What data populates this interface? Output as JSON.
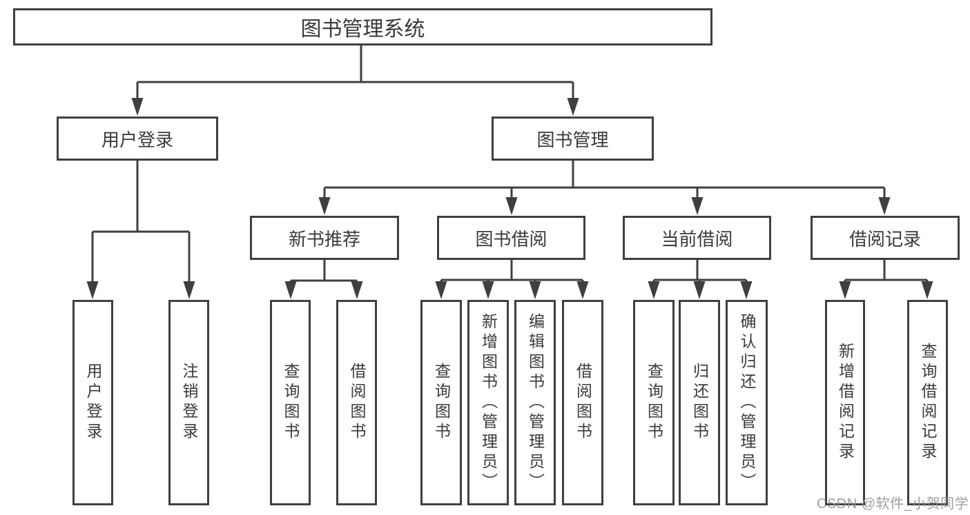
{
  "diagram": {
    "title": "图书管理系统",
    "level2": {
      "user_login": "用户登录",
      "book_mgmt": "图书管理"
    },
    "level3": {
      "new_books": "新书推荐",
      "book_borrow": "图书借阅",
      "current_borrow": "当前借阅",
      "borrow_records": "借阅记录"
    },
    "leaves": {
      "user_login": [
        "用户登录",
        "注销登录"
      ],
      "new_books": [
        "查询图书",
        "借阅图书"
      ],
      "book_borrow": [
        "查询图书",
        "新增图书（管理员）",
        "编辑图书（管理员）",
        "借阅图书"
      ],
      "current_borrow": [
        "查询图书",
        "归还图书",
        "确认归还（管理员）"
      ],
      "borrow_records": [
        "新增借阅记录",
        "查询借阅记录"
      ]
    },
    "watermark": "CSDN @软件_小贺同学",
    "colors": {
      "line": "#3f3f3f",
      "text": "#3a3a3a",
      "box_fill": "#ffffff",
      "watermark": "#949494",
      "background": "#ffffff"
    }
  }
}
